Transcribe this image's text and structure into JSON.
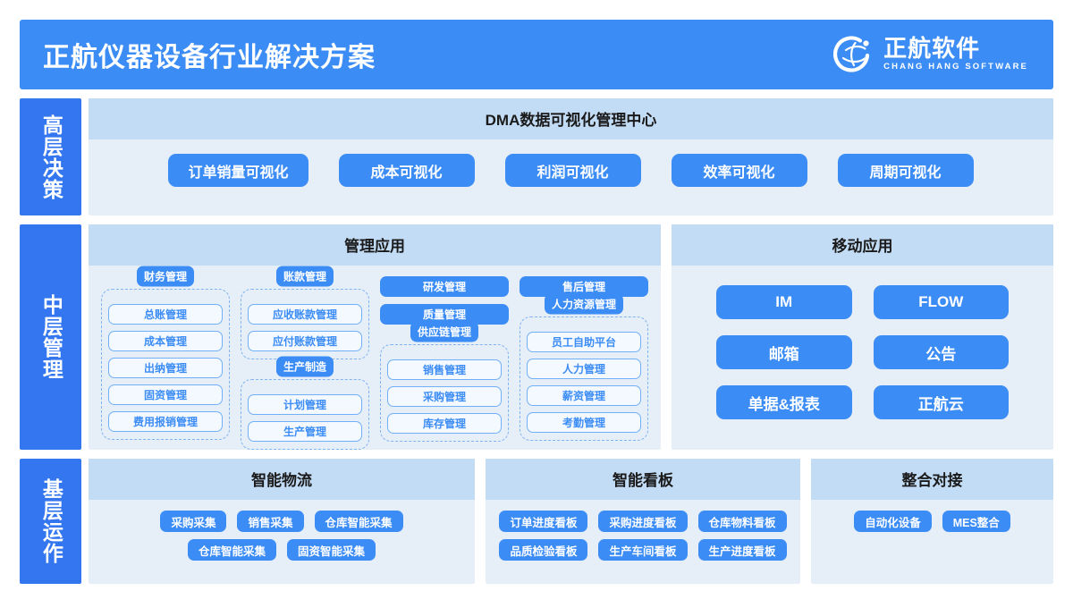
{
  "header": {
    "title": "正航仪器设备行业解决方案",
    "logo_cn": "正航软件",
    "logo_en": "CHANG HANG SOFTWARE",
    "logo_icon": "chang-hang-globe-logo"
  },
  "colors": {
    "brand_blue": "#3b8cf5",
    "label_blue": "#3376f0",
    "panel_bg": "#e6eef8",
    "panel_head_bg": "#c3dcf5",
    "ghost_border": "#6fb0f8"
  },
  "layers": {
    "top": {
      "label": "高层决策",
      "panel_title": "DMA数据可视化管理中心",
      "items": [
        "订单销量可视化",
        "成本可视化",
        "利润可视化",
        "效率可视化",
        "周期可视化"
      ]
    },
    "middle": {
      "label": "中层管理",
      "management": {
        "panel_title": "管理应用",
        "columns": [
          {
            "groups": [
              {
                "title": "财务管理",
                "dashed": true,
                "items": [
                  "总账管理",
                  "成本管理",
                  "出纳管理",
                  "固资管理",
                  "费用报销管理"
                ]
              }
            ]
          },
          {
            "groups": [
              {
                "title": "账款管理",
                "dashed": true,
                "items": [
                  "应收账款管理",
                  "应付账款管理"
                ]
              },
              {
                "title": "生产制造",
                "dashed": true,
                "items": [
                  "计划管理",
                  "生产管理"
                ]
              }
            ]
          },
          {
            "groups": [
              {
                "title": "研发管理",
                "dashed": false,
                "items": []
              },
              {
                "title": "质量管理",
                "dashed": false,
                "items": []
              },
              {
                "title": "供应链管理",
                "dashed": true,
                "items": [
                  "销售管理",
                  "采购管理",
                  "库存管理"
                ]
              }
            ]
          },
          {
            "groups": [
              {
                "title": "售后管理",
                "dashed": false,
                "items": []
              },
              {
                "title": "人力资源管理",
                "dashed": true,
                "items": [
                  "员工自助平台",
                  "人力管理",
                  "薪资管理",
                  "考勤管理"
                ]
              }
            ]
          }
        ]
      },
      "mobile": {
        "panel_title": "移动应用",
        "items": [
          "IM",
          "FLOW",
          "邮箱",
          "公告",
          "单据&报表",
          "正航云"
        ]
      }
    },
    "bottom": {
      "label": "基层运作",
      "panels": [
        {
          "panel_title": "智能物流",
          "rows": [
            [
              "采购采集",
              "销售采集",
              "仓库智能采集"
            ],
            [
              "仓库智能采集",
              "固资智能采集"
            ]
          ]
        },
        {
          "panel_title": "智能看板",
          "rows": [
            [
              "订单进度看板",
              "采购进度看板",
              "仓库物料看板"
            ],
            [
              "品质检验看板",
              "生产车间看板",
              "生产进度看板"
            ]
          ]
        },
        {
          "panel_title": "整合对接",
          "rows": [
            [
              "自动化设备",
              "MES整合"
            ]
          ]
        }
      ]
    }
  }
}
